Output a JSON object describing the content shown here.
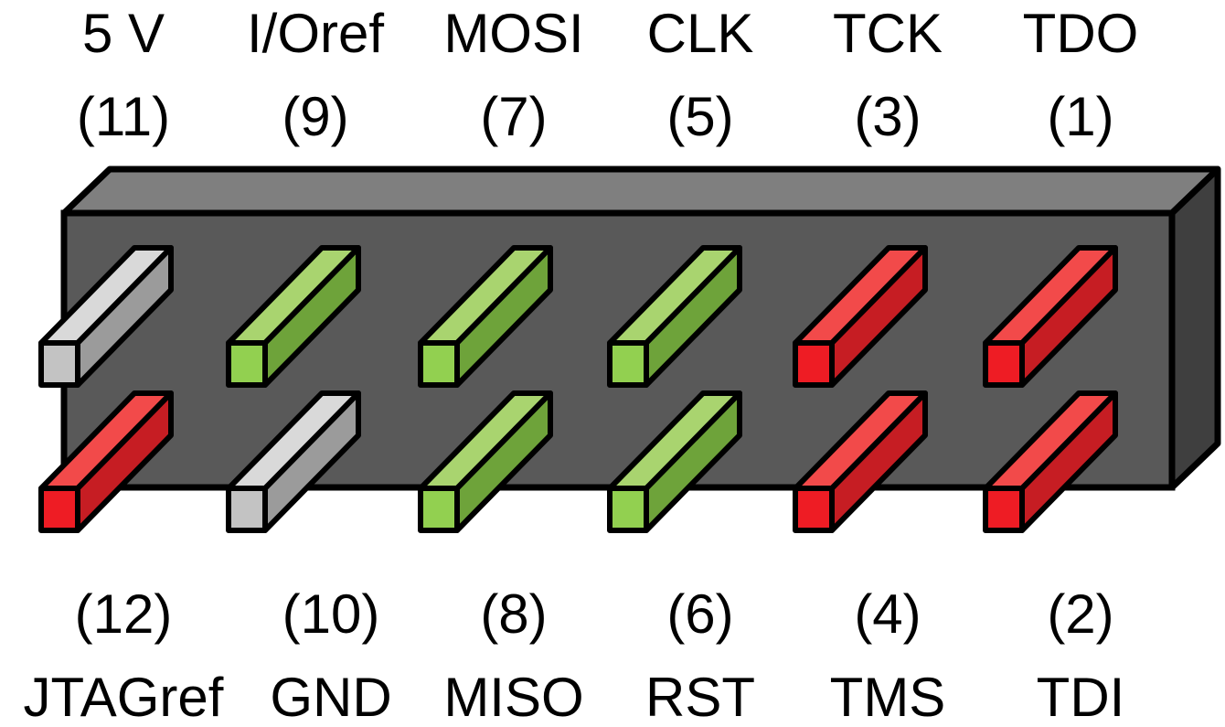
{
  "colors": {
    "gray": "#c3c3c3",
    "green": "#92d050",
    "red": "#ee1c24",
    "housing_front": "#595959",
    "housing_top": "#7f7f7f",
    "housing_side": "#3f3f3f",
    "outline": "#000000"
  },
  "top_pins": [
    {
      "name": "5 V",
      "number": "(11)",
      "color": "gray"
    },
    {
      "name": "I/Oref",
      "number": "(9)",
      "color": "green"
    },
    {
      "name": "MOSI",
      "number": "(7)",
      "color": "green"
    },
    {
      "name": "CLK",
      "number": "(5)",
      "color": "green"
    },
    {
      "name": "TCK",
      "number": "(3)",
      "color": "red"
    },
    {
      "name": "TDO",
      "number": "(1)",
      "color": "red"
    }
  ],
  "bottom_pins": [
    {
      "name": "JTAGref",
      "number": "(12)",
      "color": "red"
    },
    {
      "name": "GND",
      "number": "(10)",
      "color": "gray"
    },
    {
      "name": "MISO",
      "number": "(8)",
      "color": "green"
    },
    {
      "name": "RST",
      "number": "(6)",
      "color": "green"
    },
    {
      "name": "TMS",
      "number": "(4)",
      "color": "red"
    },
    {
      "name": "TDI",
      "number": "(2)",
      "color": "red"
    }
  ]
}
